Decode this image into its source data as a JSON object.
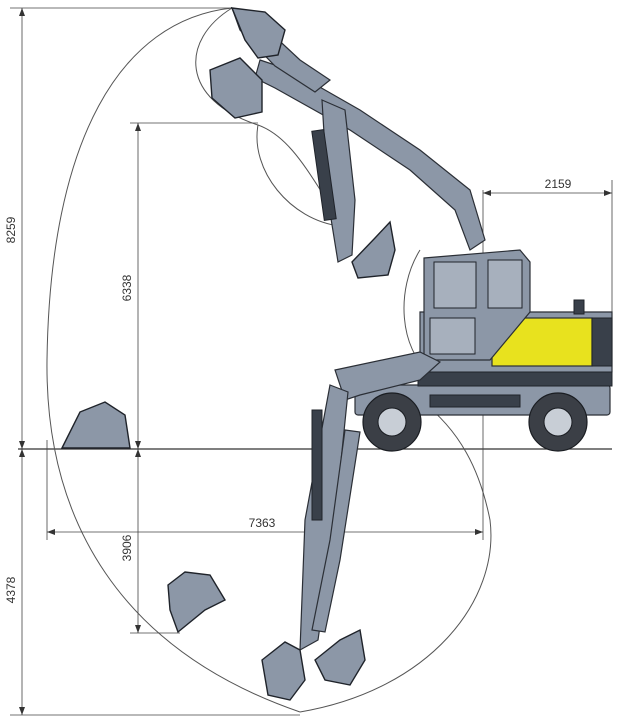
{
  "dimensions": {
    "max_reach_height": "8259",
    "max_dump_height": "6338",
    "tail_radius": "2159",
    "max_dig_depth": "4378",
    "vertical_wall_depth": "3906",
    "max_reach_ground": "7363"
  },
  "colors": {
    "body": "#8c97a7",
    "accent": "#e8e21e",
    "outline": "#2b2f36"
  }
}
